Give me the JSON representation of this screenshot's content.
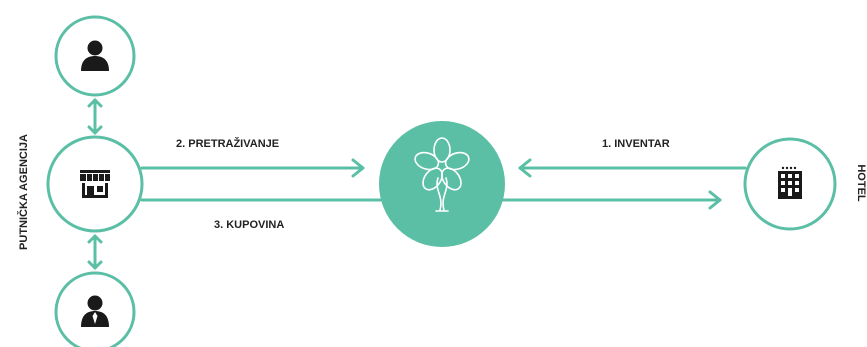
{
  "side_labels": {
    "left": "PUTNIČKA AGENCIJA",
    "right": "HOTEL"
  },
  "flows": {
    "search": "2. PRETRAŽIVANJE",
    "purchase": "3. KUPOVINA",
    "inventory": "1. INVENTAR"
  },
  "nodes": {
    "top_user": "person-icon",
    "agency": "storefront-icon",
    "bottom_user": "businessman-icon",
    "hub": "tree-logo-icon",
    "hotel": "hotel-building-icon"
  },
  "colors": {
    "accent": "#5bbfa5",
    "text": "#222222",
    "icon": "#1a1a1a",
    "background": "#ffffff"
  }
}
